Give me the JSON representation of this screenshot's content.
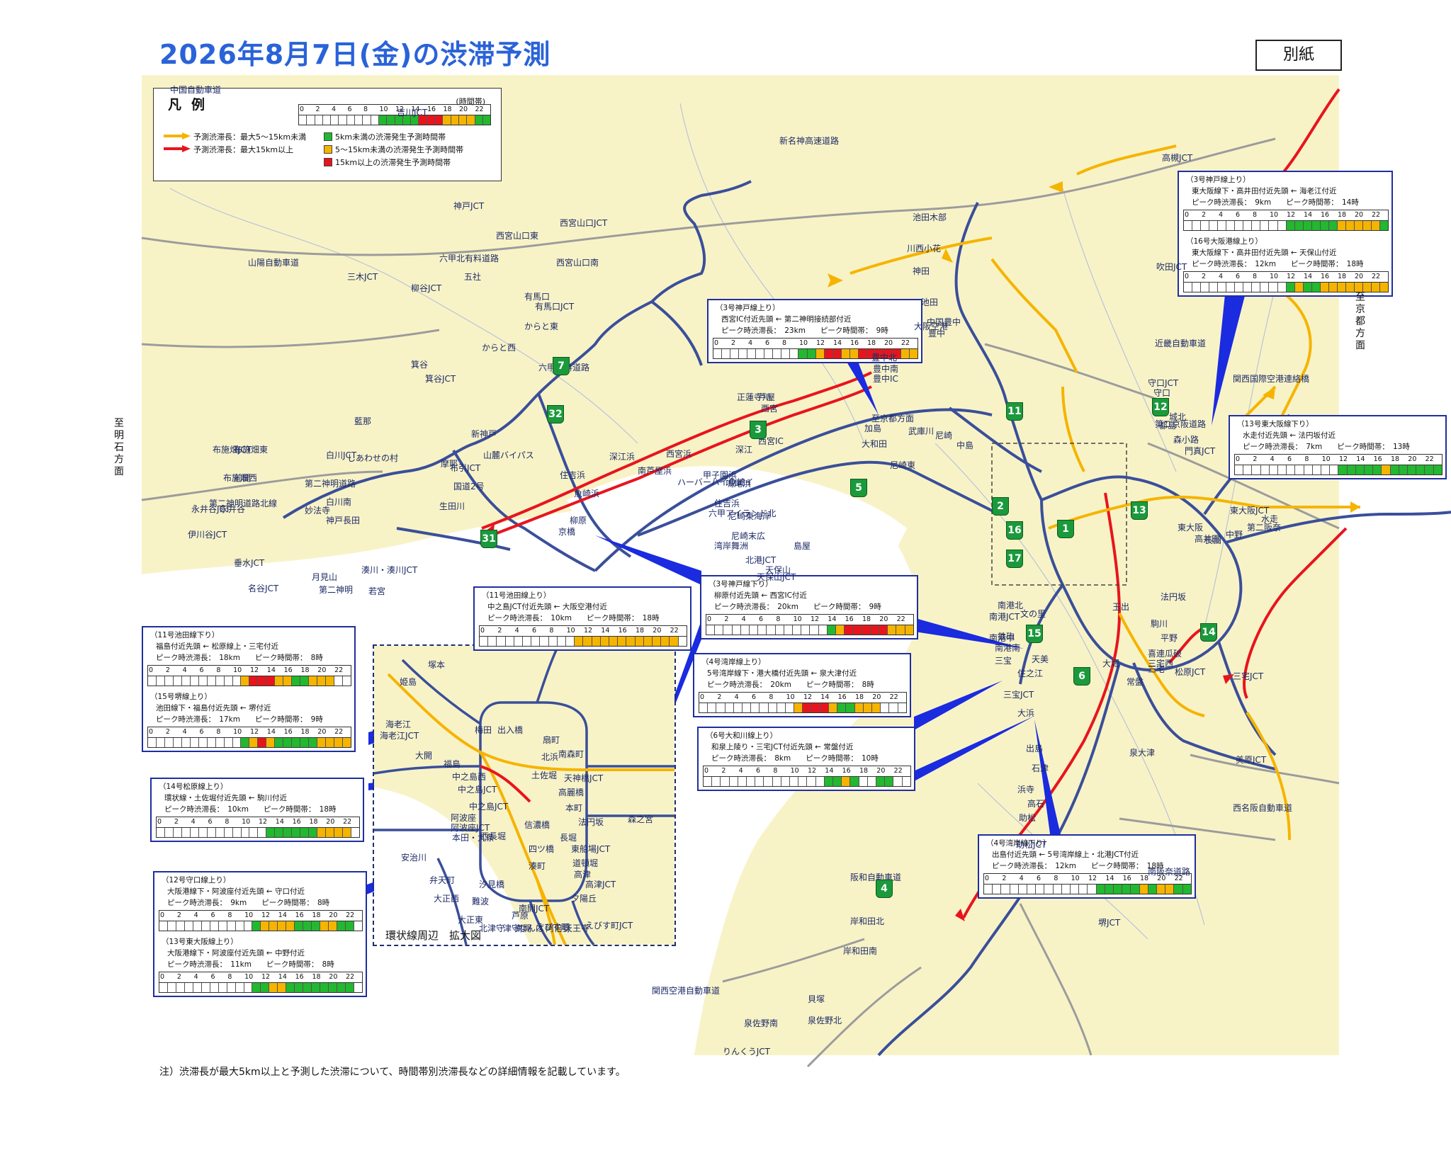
{
  "header": {
    "title": "2026年8月7日(金)の渋滞予測",
    "badge": "別紙"
  },
  "footnote": "注）渋滞長が最大5km以上と予測した渋滞について、時間帯別渋滞長などの詳細情報を記載しています。",
  "directions": {
    "akashi": "至明石方面",
    "kyoto": "至京都方面"
  },
  "colors": {
    "green": "#22b82f",
    "orange": "#f5b400",
    "red": "#e8141d",
    "blueRoute": "#3a4f9a",
    "water": "#ffffff",
    "land": "#f8f3c7",
    "calloutBorder": "#1f2f9f",
    "pointer": "#1a2be0"
  },
  "legend": {
    "title": "凡例",
    "unit": "(時間帯)",
    "hours": [
      "0",
      "2",
      "4",
      "6",
      "8",
      "10",
      "12",
      "14",
      "16",
      "18",
      "20",
      "22"
    ],
    "sample": [
      "",
      "",
      "",
      "",
      "",
      "",
      "",
      "",
      "",
      "",
      "g",
      "g",
      "g",
      "g",
      "g",
      "r",
      "r",
      "r",
      "o",
      "o",
      "o",
      "o",
      "g",
      "g"
    ],
    "arrow_orange": "予測渋滞長：最大5～15km未満",
    "arrow_red": "予測渋滞長：最大15km以上",
    "swatch_green": "5km未満の渋滞発生予測時間帯",
    "swatch_orange": "5～15km未満の渋滞発生予測時間帯",
    "swatch_red": "15km以上の渋滞発生予測時間帯"
  },
  "callouts": [
    {
      "id": "c3-up-nishinomiya",
      "sections": [
        {
          "line": "（3号神戸線上り）",
          "desc": "西宮IC付近先頭 ← 第二神明接続部付近",
          "stats": "ピーク時渋滞長：　23km　　ピーク時間帯：　9時",
          "cells": [
            "",
            "",
            "",
            "",
            "",
            "",
            "",
            "",
            "",
            "",
            "g",
            "g",
            "o",
            "r",
            "r",
            "o",
            "o",
            "r",
            "r",
            "r",
            "r",
            "r",
            "o",
            "o"
          ]
        }
      ]
    },
    {
      "id": "c3-16-up",
      "sections": [
        {
          "line": "（3号神戸線上り）",
          "desc": "東大阪線下・高井田付近先頭 ← 海老江付近",
          "stats": "ピーク時渋滞長：　9km　　ピーク時間帯：　14時",
          "cells": [
            "",
            "",
            "",
            "",
            "",
            "",
            "",
            "",
            "",
            "",
            "",
            "",
            "g",
            "g",
            "g",
            "g",
            "g",
            "g",
            "o",
            "o",
            "o",
            "o",
            "o",
            "g"
          ]
        },
        {
          "line": "（16号大阪港線上り）",
          "desc": "東大阪線下・高井田付近先頭 ← 天保山付近",
          "stats": "ピーク時渋滞長：　12km　　ピーク時間帯：　18時",
          "cells": [
            "",
            "",
            "",
            "",
            "",
            "",
            "",
            "",
            "",
            "",
            "",
            "",
            "g",
            "o",
            "g",
            "g",
            "o",
            "o",
            "o",
            "o",
            "o",
            "o",
            "o",
            "o"
          ]
        }
      ]
    },
    {
      "id": "c13-down",
      "sections": [
        {
          "line": "（13号東大阪線下り）",
          "desc": "水走付近先頭 ← 法円坂付近",
          "stats": "ピーク時渋滞長：　7km　　ピーク時間帯：　13時",
          "cells": [
            "",
            "",
            "",
            "",
            "",
            "",
            "",
            "",
            "",
            "",
            "",
            "",
            "g",
            "g",
            "g",
            "g",
            "g",
            "o",
            "g",
            "g",
            "g",
            "g",
            "g",
            "g"
          ]
        }
      ]
    },
    {
      "id": "c3-down-yanagihara",
      "sections": [
        {
          "line": "（3号神戸線下り）",
          "desc": "柳原付近先頭 ← 西宮IC付近",
          "stats": "ピーク時渋滞長：　20km　　ピーク時間帯：　9時",
          "cells": [
            "",
            "",
            "",
            "",
            "",
            "",
            "",
            "",
            "",
            "",
            "",
            "",
            "",
            "",
            "g",
            "o",
            "r",
            "r",
            "r",
            "r",
            "r",
            "o",
            "o",
            "o"
          ]
        }
      ]
    },
    {
      "id": "c11-up-nakanoshima",
      "sections": [
        {
          "line": "（11号池田線上り）",
          "desc": "中之島JCT付近先頭 ← 大阪空港付近",
          "stats": "ピーク時渋滞長：　10km　　ピーク時間帯：　18時",
          "cells": [
            "",
            "",
            "",
            "",
            "",
            "",
            "",
            "",
            "",
            "",
            "",
            "o",
            "o",
            "o",
            "o",
            "o",
            "o",
            "o",
            "o",
            "o",
            "o",
            "o",
            "o",
            ""
          ]
        }
      ]
    },
    {
      "id": "c11-15",
      "sections": [
        {
          "line": "（11号池田線下り）",
          "desc": "福島付近先頭 ← 松原線上・三宅付近",
          "stats": "ピーク時渋滞長：　18km　　ピーク時間帯：　8時",
          "cells": [
            "",
            "",
            "",
            "",
            "",
            "",
            "",
            "",
            "",
            "",
            "",
            "o",
            "r",
            "r",
            "r",
            "o",
            "o",
            "g",
            "g",
            "o",
            "o",
            "o",
            "",
            ""
          ]
        },
        {
          "line": "（15号堺線上り）",
          "desc": "池田線下・福島付近先頭 ← 堺付近",
          "stats": "ピーク時渋滞長：　17km　　ピーク時間帯：　9時",
          "cells": [
            "",
            "",
            "",
            "",
            "",
            "",
            "",
            "",
            "",
            "",
            "",
            "g",
            "o",
            "r",
            "o",
            "g",
            "g",
            "g",
            "g",
            "g",
            "o",
            "o",
            "o",
            "o"
          ]
        }
      ]
    },
    {
      "id": "c4-up",
      "sections": [
        {
          "line": "（4号湾岸線上り）",
          "desc": "5号湾岸線下・港大橋付近先頭 ← 泉大津付近",
          "stats": "ピーク時渋滞長：　20km　　ピーク時間帯：　8時",
          "cells": [
            "",
            "",
            "",
            "",
            "",
            "",
            "",
            "",
            "",
            "",
            "",
            "o",
            "r",
            "r",
            "r",
            "o",
            "g",
            "g",
            "o",
            "o",
            "o",
            "",
            "",
            ""
          ]
        }
      ]
    },
    {
      "id": "c6-up",
      "sections": [
        {
          "line": "（6号大和川線上り）",
          "desc": "和泉上陵り・三宅JCT付近先頭 ← 常盤付近",
          "stats": "ピーク時渋滞長：　8km　　ピーク時間帯：　10時",
          "cells": [
            "",
            "",
            "",
            "",
            "",
            "",
            "",
            "",
            "",
            "",
            "",
            "",
            "",
            "",
            "g",
            "g",
            "o",
            "g",
            "",
            "",
            "g",
            "g",
            "",
            ""
          ]
        }
      ]
    },
    {
      "id": "c14-up",
      "sections": [
        {
          "line": "（14号松原線上り）",
          "desc": "環状線・土佐堀付近先頭 ← 駒川付近",
          "stats": "ピーク時渋滞長：　10km　　ピーク時間帯：　18時",
          "cells": [
            "",
            "",
            "",
            "",
            "",
            "",
            "",
            "",
            "",
            "",
            "",
            "",
            "",
            "g",
            "g",
            "g",
            "g",
            "g",
            "g",
            "o",
            "o",
            "o",
            "o",
            ""
          ]
        }
      ]
    },
    {
      "id": "c4-down",
      "sections": [
        {
          "line": "（4号湾岸線下り）",
          "desc": "出島付近先頭 ← 5号湾岸線上・北港JCT付近",
          "stats": "ピーク時渋滞長：　12km　　ピーク時間帯：　18時",
          "cells": [
            "",
            "",
            "",
            "",
            "",
            "",
            "",
            "",
            "",
            "",
            "",
            "",
            "",
            "g",
            "g",
            "g",
            "g",
            "g",
            "o",
            "g",
            "o",
            "o",
            "g",
            "g"
          ]
        }
      ]
    },
    {
      "id": "c12-13",
      "sections": [
        {
          "line": "（12号守口線上り）",
          "desc": "大阪港線下・阿波座付近先頭 ← 守口付近",
          "stats": "ピーク時渋滞長：　9km　　ピーク時間帯：　8時",
          "cells": [
            "",
            "",
            "",
            "",
            "",
            "",
            "",
            "",
            "",
            "",
            "",
            "g",
            "o",
            "o",
            "o",
            "o",
            "g",
            "g",
            "g",
            "o",
            "o",
            "g",
            "g",
            ""
          ]
        },
        {
          "line": "（13号東大阪線上り）",
          "desc": "大阪港線下・阿波座付近先頭 ← 中野付近",
          "stats": "ピーク時渋滞長：　11km　　ピーク時間帯：　8時",
          "cells": [
            "",
            "",
            "",
            "",
            "",
            "",
            "",
            "",
            "",
            "",
            "",
            "g",
            "g",
            "o",
            "o",
            "g",
            "g",
            "g",
            "g",
            "g",
            "g",
            "g",
            "g",
            ""
          ]
        }
      ]
    }
  ],
  "inset": {
    "caption": "環状線周辺　拡大図"
  },
  "labels": [
    "中国自動車道",
    "吉川JCT",
    "新名神高速道路",
    "高槻JCT",
    "山陽自動車道",
    "三木JCT",
    "神戸JCT",
    "六甲北有料道路",
    "西宮山口東",
    "西宮山口JCT",
    "西宮山口南",
    "柳谷JCT",
    "五社",
    "有馬口",
    "有馬口JCT",
    "からと東",
    "からと西",
    "六甲有料道路",
    "箕谷",
    "箕谷JCT",
    "藍那",
    "しあわせの村",
    "白川JCT",
    "白川南",
    "布施畑JCT",
    "布施畑東",
    "布施畑西",
    "前開",
    "永井谷",
    "永井谷JCT",
    "伊川谷JCT",
    "第二神明道路北線",
    "第二神明道路",
    "垂水JCT",
    "名谷JCT",
    "月見山",
    "第二神明",
    "若宮",
    "湊川・湊川JCT",
    "妙法寺",
    "神戸長田",
    "新神戸",
    "布引JCT",
    "国道2号",
    "生田川",
    "摩耶",
    "住吉浜",
    "魚崎浜",
    "深江浜",
    "南芦屋浜",
    "西宮浜",
    "甲子園浜",
    "鳴尾浜",
    "尼崎東海岸",
    "尼崎末広",
    "湾岸舞洲",
    "北港JCT",
    "天保山JCT",
    "天保山",
    "島屋",
    "大和田",
    "加島",
    "豊中南",
    "豊中IC",
    "豊中北",
    "池田",
    "池田木部",
    "川西小花",
    "神田",
    "大阪空港",
    "中国豊中",
    "豊中",
    "吹田JCT",
    "近畿自動車道",
    "守口JCT",
    "守口",
    "第二京阪道路",
    "門真JCT",
    "森小路",
    "都島",
    "城北",
    "東大阪JCT",
    "水走",
    "第二阪奈",
    "中野",
    "高井田",
    "長田",
    "東大阪",
    "法円坂",
    "文の里",
    "玉出",
    "駒川",
    "平野",
    "喜連瓜破",
    "三宅西",
    "三宅",
    "三宅JCT",
    "松原JCT",
    "大堀",
    "常盤",
    "天美",
    "住之江",
    "鉄砲",
    "南港北",
    "南港JCT",
    "南港中",
    "南港南",
    "三宝",
    "三宝JCT",
    "大浜",
    "出島",
    "石津",
    "浜寺",
    "高石",
    "助松",
    "助松JCT",
    "泉大津",
    "美原JCT",
    "西名阪自動車道",
    "南阪奈道路",
    "堺JCT",
    "阪和自動車道",
    "岸和田北",
    "岸和田南",
    "貝塚",
    "泉佐野北",
    "泉佐野南",
    "りんくうJCT",
    "関西空港自動車道",
    "関西国際空港連絡橋",
    "至京都方面",
    "武庫川",
    "尼崎",
    "尼崎東",
    "中島",
    "正蓮寺川",
    "芦屋",
    "西宮",
    "西宮IC",
    "深江",
    "魚崎",
    "住吉浜",
    "六甲アイランド北",
    "ハーバーハイウェイ",
    "山麓バイパス",
    "京橋",
    "柳原"
  ],
  "inset_labels": [
    "塚本",
    "姫島",
    "海老江",
    "海老江JCT",
    "大開",
    "福島",
    "梅田",
    "出入橋",
    "中之島西",
    "中之島JCT",
    "土佐堀",
    "扇町",
    "南森町",
    "北浜",
    "天神橋JCT",
    "高麗橋",
    "本町",
    "法円坂",
    "森之宮",
    "中之島JCT",
    "阿波座",
    "阿波座JCT",
    "本田・九条",
    "西長堀",
    "信濃橋",
    "長堀",
    "東船場JCT",
    "四ツ橋",
    "湊町",
    "道頓堀",
    "高津",
    "高津JCT",
    "安治川",
    "弁天町",
    "汐見橋",
    "大正西",
    "夕陽丘",
    "難波",
    "芦原",
    "なんば",
    "えびす町",
    "えびす町JCT",
    "天王寺",
    "南開JCT",
    "大正東",
    "津守",
    "北津守",
    "阿倍野",
    "南開"
  ],
  "route_markers": [
    "7",
    "32",
    "31",
    "3",
    "5",
    "2",
    "16",
    "17",
    "1",
    "13",
    "12",
    "11",
    "15",
    "14",
    "6",
    "4"
  ]
}
